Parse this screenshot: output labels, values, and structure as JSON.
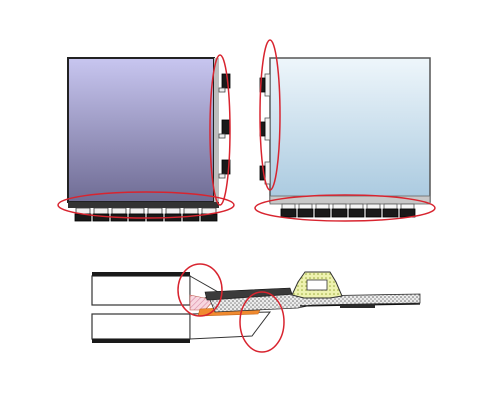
{
  "figure": {
    "panels": [
      {
        "id": "left-panel",
        "view": "front"
      },
      {
        "id": "right-panel",
        "view": "back"
      },
      {
        "id": "cross-section",
        "view": "section"
      }
    ],
    "colors": {
      "left_panel_top": "#c8c6f0",
      "left_panel_bottom": "#6f6c94",
      "right_panel_top": "#eef6fb",
      "right_panel_bottom": "#a9c9df",
      "highlight_ellipse": "#d8242f",
      "tab_dark": "#1a1a1a",
      "tab_light": "#f4f4f4",
      "connector_fill": "#e8f0a6",
      "adhesive_orange": "#f08a2f",
      "dotted_layer": "#d7d7d7",
      "pink_hatch": "#f4b6c9"
    }
  }
}
